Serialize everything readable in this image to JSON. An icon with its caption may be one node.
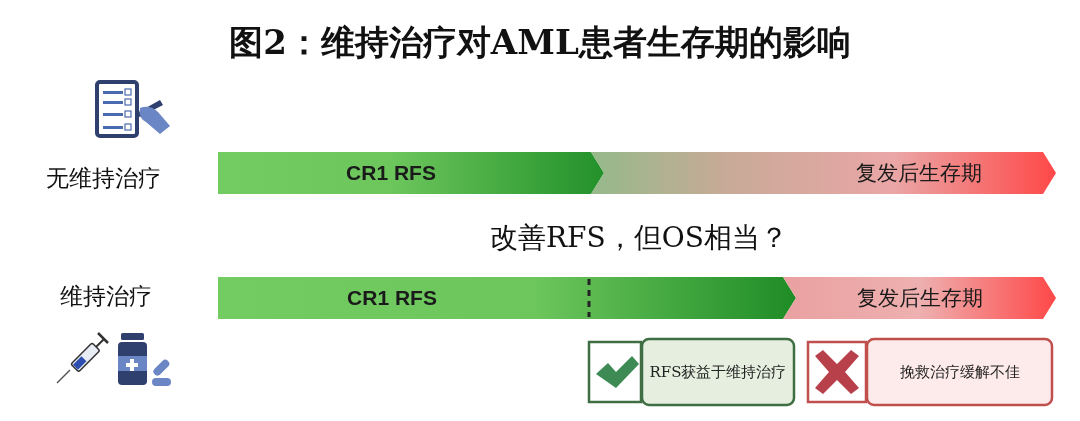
{
  "diagram": {
    "title": "图2：维持治疗对AML患者生存期的影响",
    "nodes": [
      {
        "text": [
          "CR1 RFS"
        ]
      },
      {
        "text": [
          "复发后生存期"
        ]
      },
      {
        "text": [
          "CR1 RFS"
        ]
      },
      {
        "text": [
          "复发后生存期"
        ]
      },
      {
        "text": [
          "RFS获益于维持治疗"
        ]
      },
      {
        "text": [
          "挽救治疗缓解不佳"
        ]
      }
    ],
    "labels": [
      "无维持治疗",
      "改善RFS，但OS相当？",
      "维持治疗"
    ]
  }
}
